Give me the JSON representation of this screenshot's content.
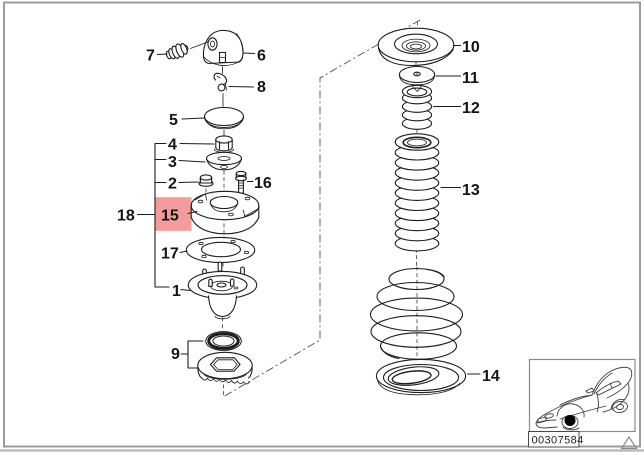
{
  "diagram": {
    "type": "exploded-parts-diagram",
    "highlighted_part": "15",
    "callouts": {
      "n1": "1",
      "n2": "2",
      "n3": "3",
      "n4": "4",
      "n5": "5",
      "n6": "6",
      "n7": "7",
      "n8": "8",
      "n9": "9",
      "n10": "10",
      "n11": "11",
      "n12": "12",
      "n13": "13",
      "n14": "14",
      "n15": "15",
      "n16": "16",
      "n17": "17",
      "n18": "18"
    },
    "footer": {
      "part_number": "00307584"
    },
    "icons": {
      "car_thumbnail": "car-icon",
      "corner_marker": "triangle-icon",
      "location_marker": "black-dot"
    },
    "colors": {
      "line": "#1d1d1d",
      "frame": "#9c9c9c",
      "highlight": "#f49c9c",
      "highlight_text": "#6d1616"
    }
  }
}
